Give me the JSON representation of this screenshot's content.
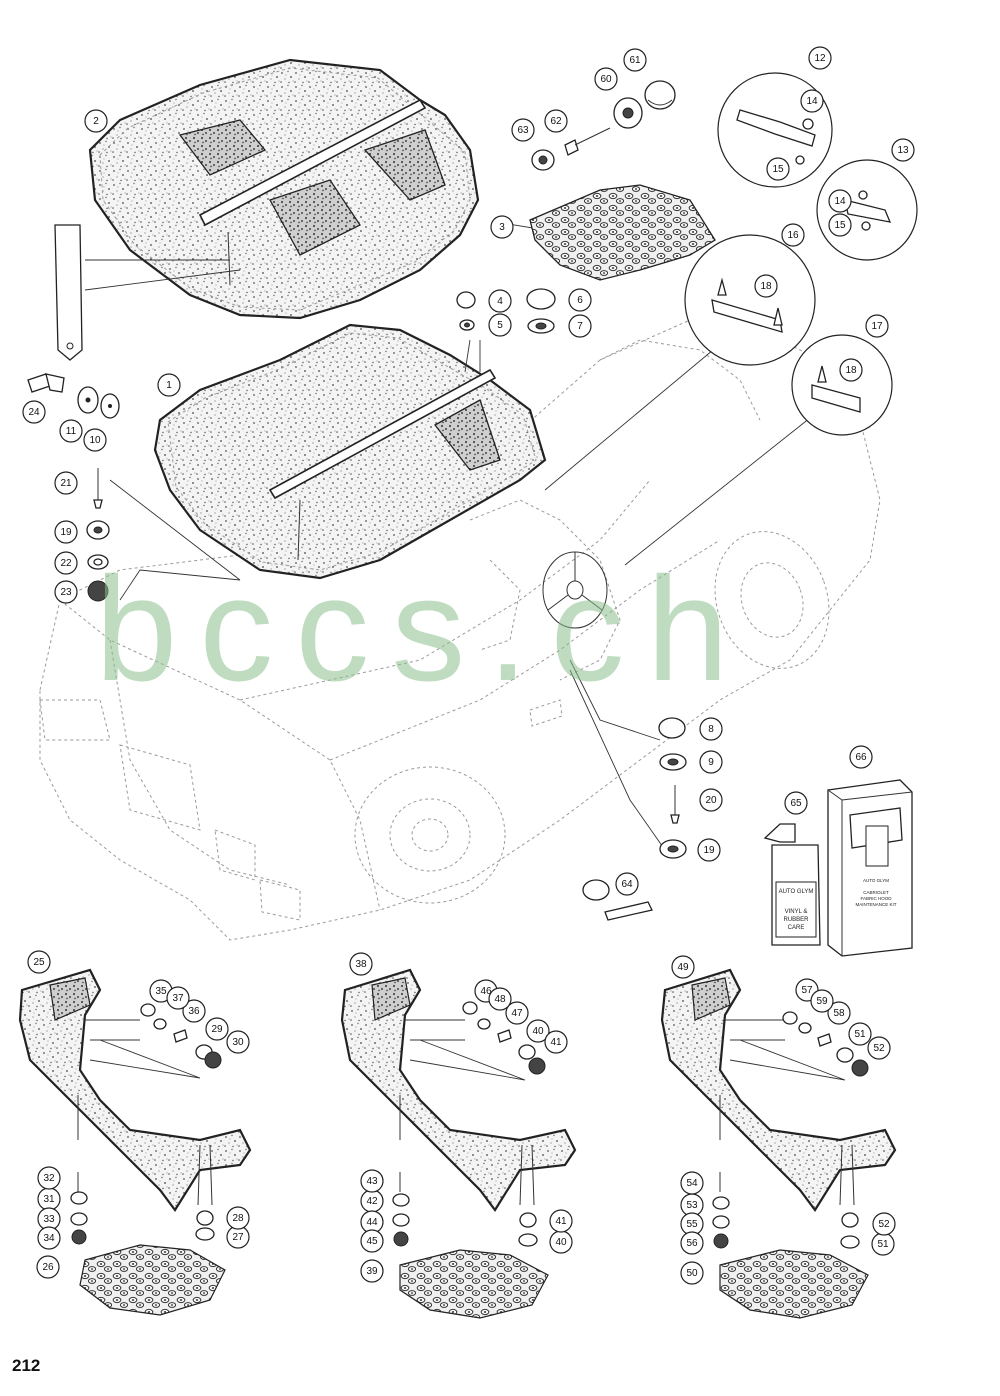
{
  "page": {
    "number": "212"
  },
  "watermark": {
    "text": "bccs.ch",
    "color": "#8cc08f"
  },
  "callouts": [
    "1",
    "2",
    "3",
    "4",
    "5",
    "6",
    "7",
    "8",
    "9",
    "10",
    "11",
    "12",
    "13",
    "14",
    "14",
    "15",
    "15",
    "16",
    "17",
    "18",
    "18",
    "19",
    "19",
    "20",
    "21",
    "22",
    "23",
    "24",
    "25",
    "26",
    "27",
    "28",
    "29",
    "30",
    "31",
    "32",
    "33",
    "34",
    "35",
    "36",
    "37",
    "38",
    "39",
    "40",
    "40",
    "41",
    "41",
    "42",
    "43",
    "44",
    "45",
    "46",
    "47",
    "48",
    "49",
    "50",
    "51",
    "51",
    "52",
    "52",
    "53",
    "54",
    "55",
    "56",
    "57",
    "58",
    "59",
    "60",
    "61",
    "62",
    "63",
    "64",
    "65",
    "66"
  ],
  "products": {
    "bottle_65": {
      "brand": "AUTO GLYM",
      "name_line1": "VINYL &",
      "name_line2": "RUBBER",
      "name_line3": "CARE"
    },
    "kit_66": {
      "brand": "AUTO GLYM",
      "name_line1": "CABRIOLET",
      "name_line2": "FABRIC HOOD",
      "name_line3": "MAINTENANCE KIT"
    }
  }
}
